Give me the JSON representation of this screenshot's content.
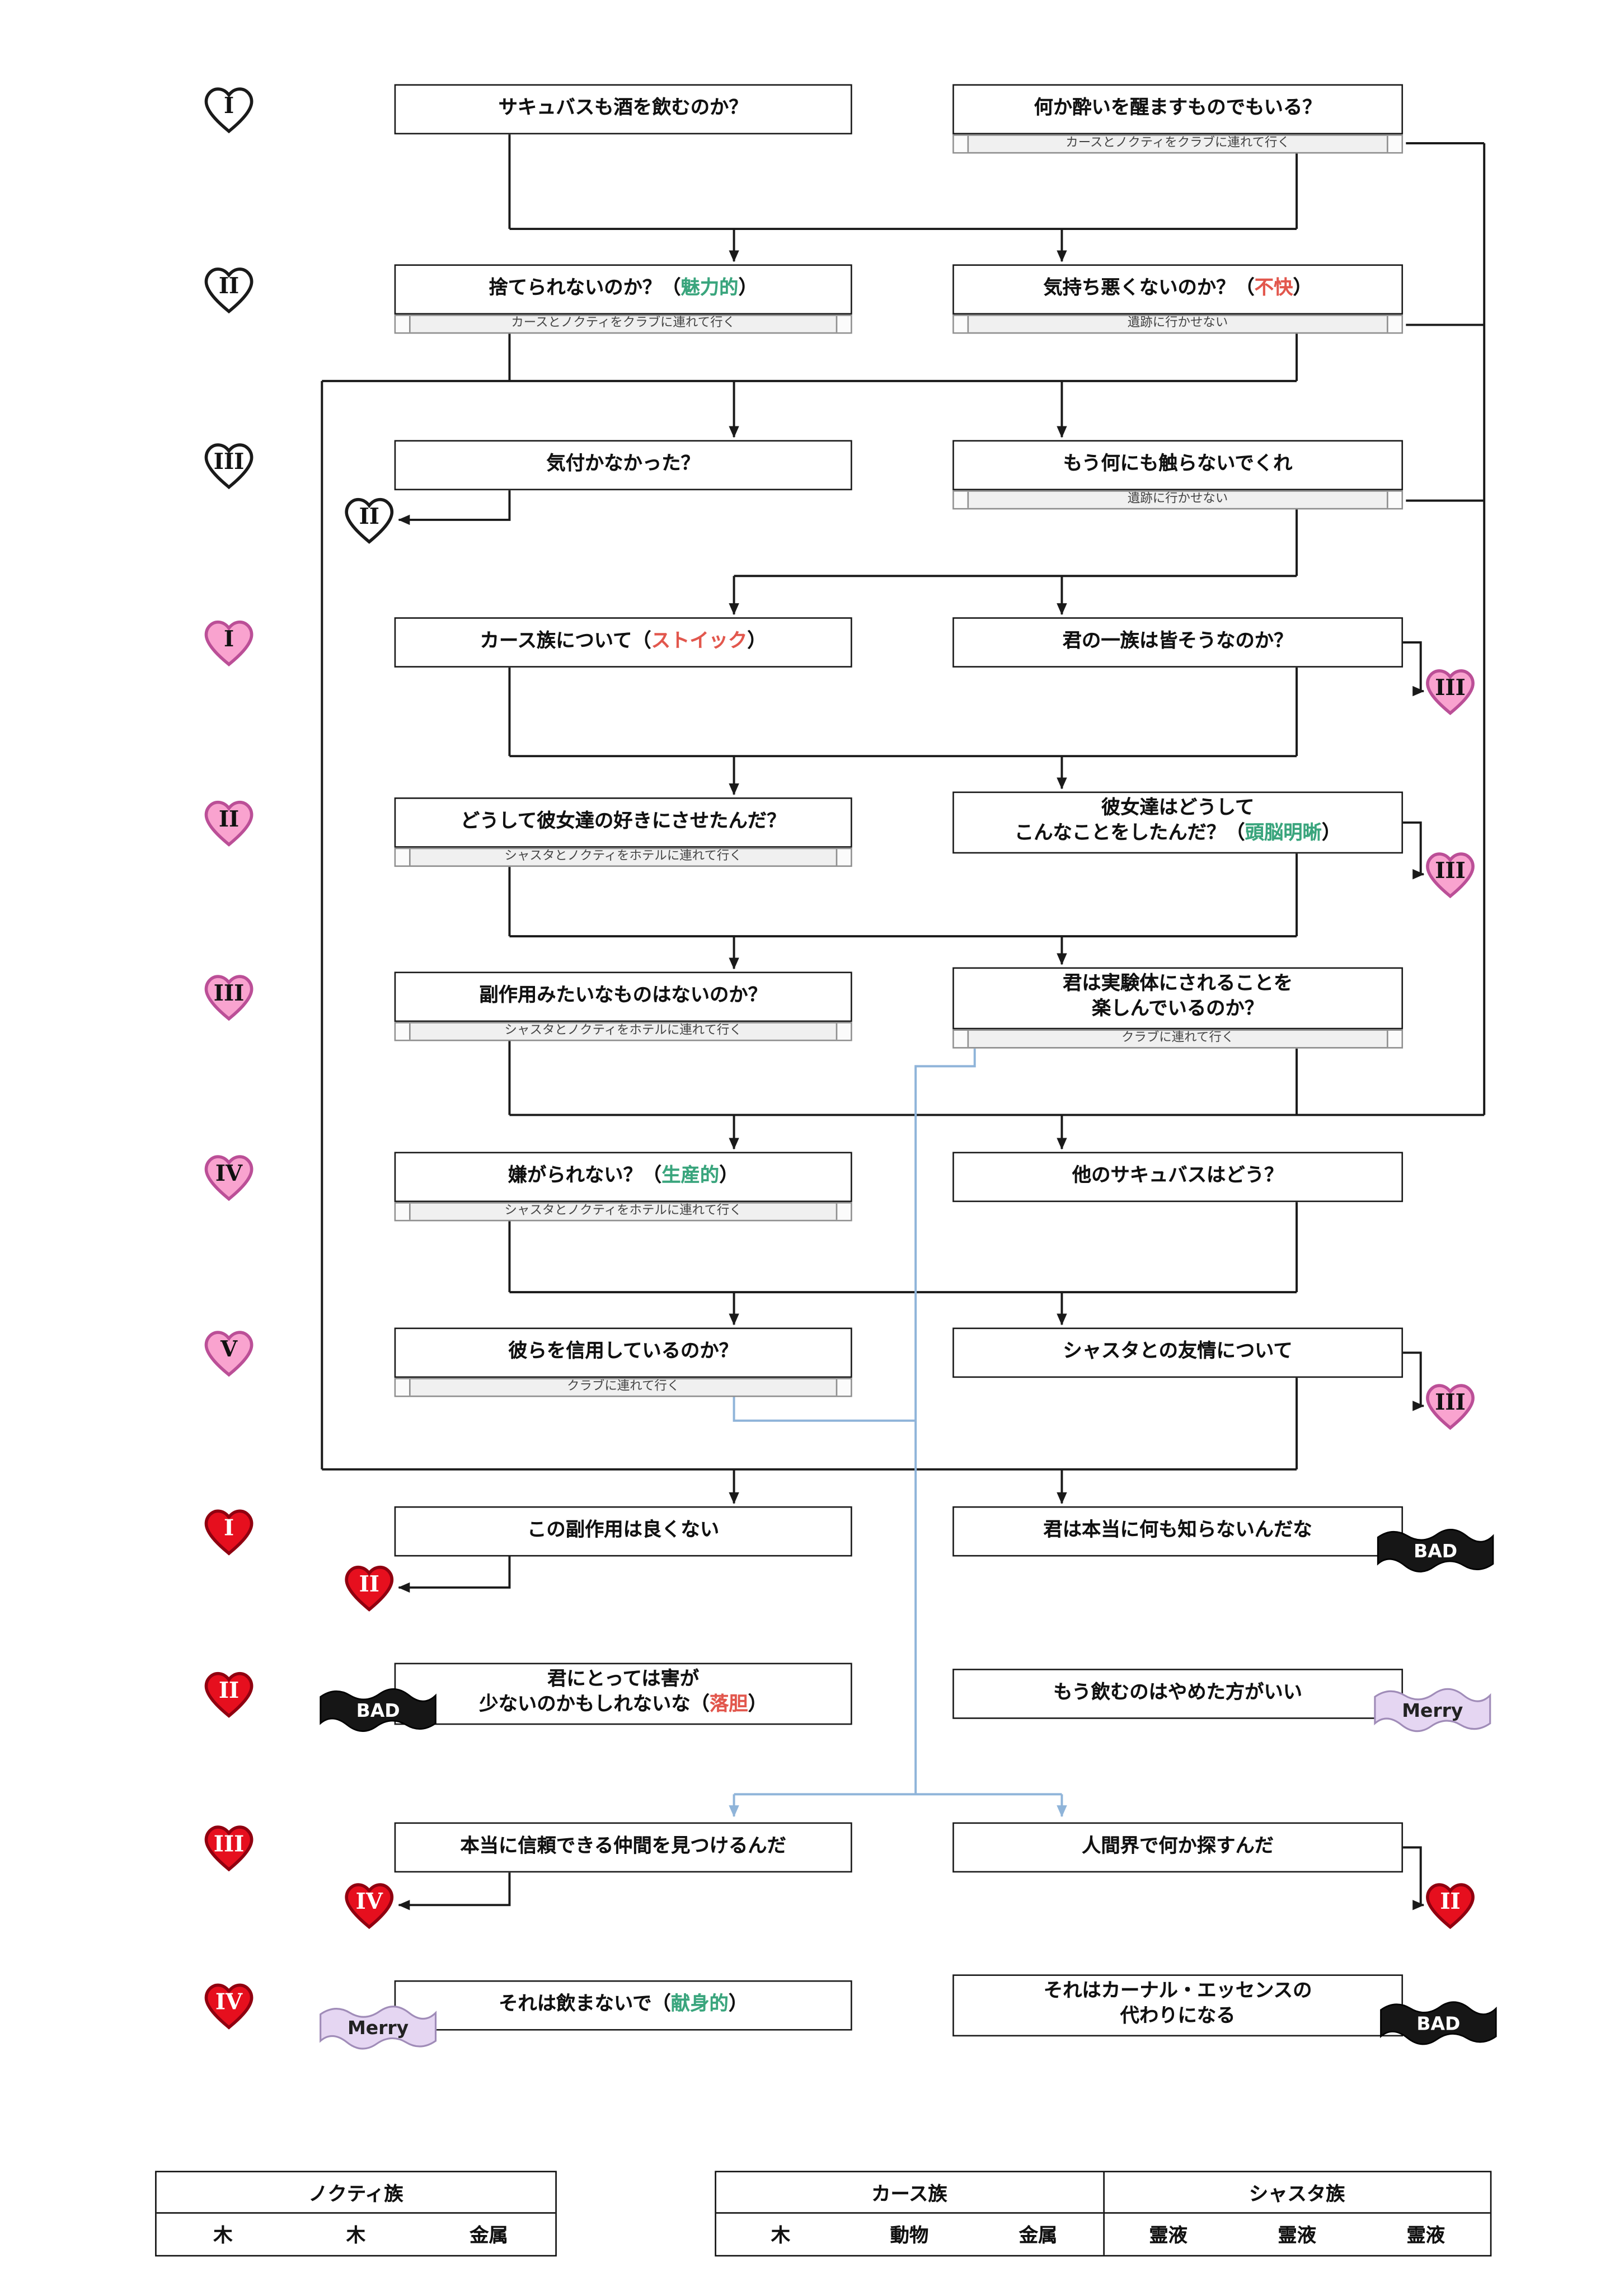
{
  "palette": {
    "accent_green": "#3aa57d",
    "accent_red": "#e2574d",
    "blue_line": "#8fb4d9",
    "heart_pink": "#f9a3cf",
    "heart_pink_stroke": "#bb4f97",
    "heart_red": "#e60f1e",
    "heart_red_stroke": "#900010",
    "merry_fill": "#e5d6f2",
    "merry_stroke": "#a08cb8",
    "bad_fill": "#161616"
  },
  "hearts": {
    "tiers": [
      "I",
      "II",
      "III",
      "I",
      "II",
      "III",
      "IV",
      "V",
      "I",
      "II",
      "III",
      "IV"
    ],
    "jumps": {
      "j3": "II",
      "j4": "III",
      "j5": "III",
      "j8": "III",
      "j9": "II",
      "j11L": "IV",
      "j11R": "II"
    }
  },
  "banners": {
    "bad": "BAD",
    "merry": "Merry"
  },
  "nodes": {
    "r1L": {
      "pre": "サキュバスも酒を飲むのか？",
      "accent": "",
      "post": ""
    },
    "r1R": {
      "pre": "何か酔いを醒ますものでもいる？",
      "accent": "",
      "post": "",
      "condition": "カースとノクティをクラブに連れて行く"
    },
    "r2L": {
      "pre": "捨てられないのか？（",
      "accent": "魅力的",
      "post": "）",
      "condition": "カースとノクティをクラブに連れて行く"
    },
    "r2R": {
      "pre": "気持ち悪くないのか？（",
      "accent": "不快",
      "post": "）",
      "condition": "遺跡に行かせない"
    },
    "r3L": {
      "pre": "気付かなかった？",
      "accent": "",
      "post": ""
    },
    "r3R": {
      "pre": "もう何にも触らないでくれ",
      "accent": "",
      "post": "",
      "condition": "遺跡に行かせない"
    },
    "r4L": {
      "pre": "カース族について（",
      "accent": "ストイック",
      "post": "）"
    },
    "r4R": {
      "pre": "君の一族は皆そうなのか？",
      "accent": "",
      "post": ""
    },
    "r5L": {
      "pre": "どうして彼女達の好きにさせたんだ？",
      "accent": "",
      "post": "",
      "condition": "シャスタとノクティをホテルに連れて行く"
    },
    "r5R": {
      "pre": "彼女達はどうして\nこんなことをしたんだ？（",
      "accent": "頭脳明晰",
      "post": "）"
    },
    "r6L": {
      "pre": "副作用みたいなものはないのか？",
      "accent": "",
      "post": "",
      "condition": "シャスタとノクティをホテルに連れて行く"
    },
    "r6R": {
      "pre": "君は実験体にされることを\n楽しんでいるのか？",
      "accent": "",
      "post": "",
      "condition": "クラブに連れて行く"
    },
    "r7L": {
      "pre": "嫌がられない？（",
      "accent": "生産的",
      "post": "）",
      "condition": "シャスタとノクティをホテルに連れて行く"
    },
    "r7R": {
      "pre": "他のサキュバスはどう？",
      "accent": "",
      "post": ""
    },
    "r8L": {
      "pre": "彼らを信用しているのか？",
      "accent": "",
      "post": "",
      "condition": "クラブに連れて行く"
    },
    "r8R": {
      "pre": "シャスタとの友情について",
      "accent": "",
      "post": ""
    },
    "r9L": {
      "pre": "この副作用は良くない",
      "accent": "",
      "post": ""
    },
    "r9R": {
      "pre": "君は本当に何も知らないんだな",
      "accent": "",
      "post": ""
    },
    "r10L": {
      "pre": "君にとっては害が\n少ないのかもしれないな（",
      "accent": "落胆",
      "post": "）"
    },
    "r10R": {
      "pre": "もう飲むのはやめた方がいい",
      "accent": "",
      "post": ""
    },
    "r11L": {
      "pre": "本当に信頼できる仲間を見つけるんだ",
      "accent": "",
      "post": ""
    },
    "r11R": {
      "pre": "人間界で何か探すんだ",
      "accent": "",
      "post": ""
    },
    "r12L": {
      "pre": "それは飲まないで（",
      "accent": "献身的",
      "post": "）"
    },
    "r12R": {
      "pre": "それはカーナル・エッセンスの\n代わりになる",
      "accent": "",
      "post": ""
    }
  },
  "tables": [
    {
      "header": [
        "ノクティ族"
      ],
      "row": [
        "木",
        "木",
        "金属"
      ]
    },
    {
      "header": [
        "カース族",
        "シャスタ族"
      ],
      "row": [
        "木",
        "動物",
        "金属",
        "霊液",
        "霊液",
        "霊液"
      ]
    }
  ]
}
